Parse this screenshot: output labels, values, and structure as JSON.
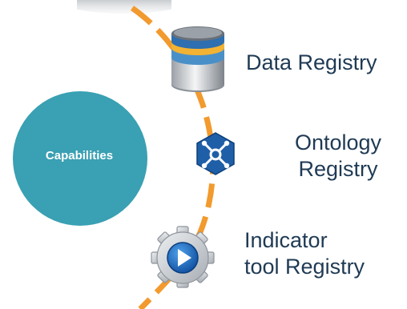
{
  "center": {
    "label": "Capabilities"
  },
  "items": [
    {
      "id": "data",
      "lines": [
        "Data Registry"
      ],
      "icon": "database-icon"
    },
    {
      "id": "ontology",
      "lines": [
        "Ontology",
        "Registry"
      ],
      "icon": "network-hexagon-icon"
    },
    {
      "id": "indicator",
      "lines": [
        "Indicator",
        "tool Registry"
      ],
      "icon": "gear-play-icon"
    }
  ],
  "colors": {
    "circle": "#3aa0b3",
    "arc": "#f29a2e",
    "text": "#1f3a54",
    "hexagon": "#1f5fa8"
  }
}
